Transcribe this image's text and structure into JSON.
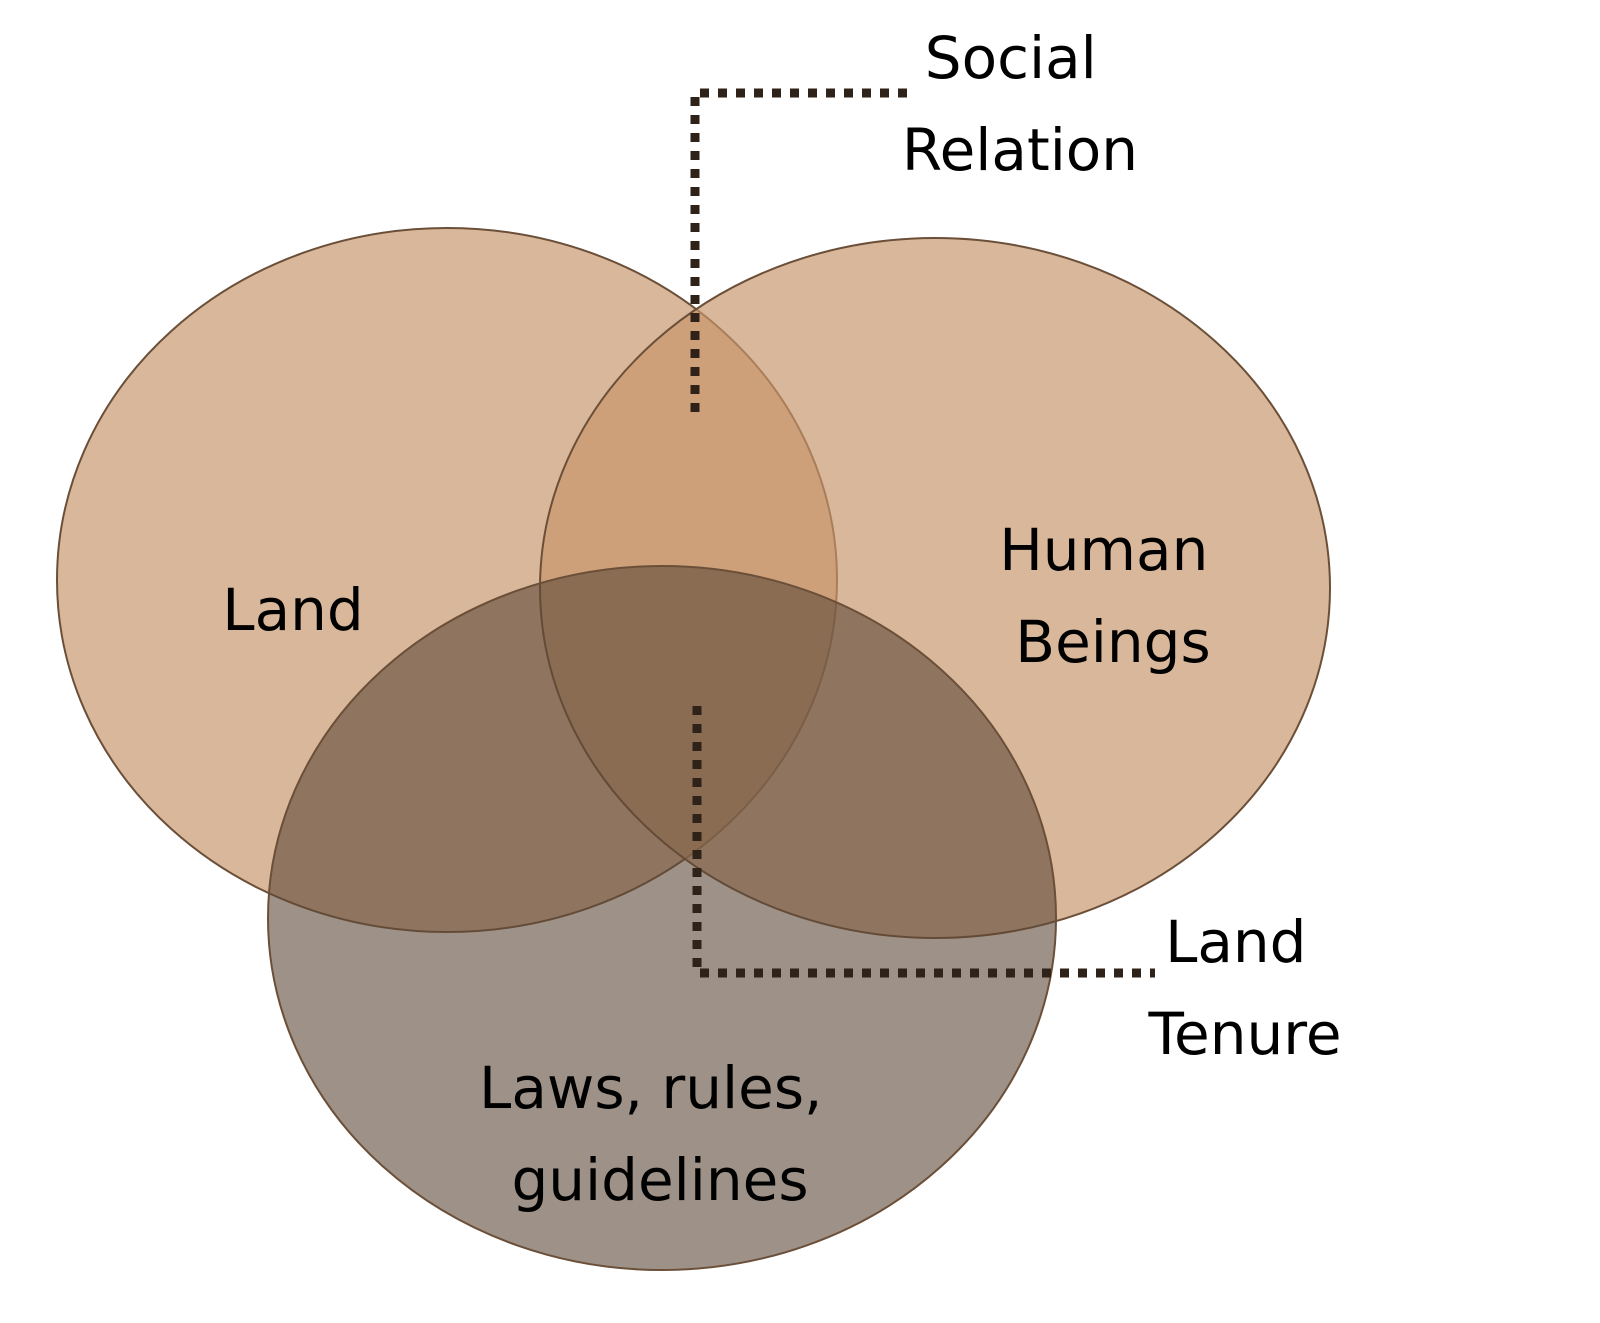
{
  "sets": [
    {
      "id": "land",
      "label_lines": [
        "Land"
      ],
      "fill": "#c7956a"
    },
    {
      "id": "human-beings",
      "label_lines": [
        "Human",
        "Beings"
      ],
      "fill": "#c7956a"
    },
    {
      "id": "laws",
      "label_lines": [
        "Laws, rules,",
        "guidelines"
      ],
      "fill": "#5e4a38"
    }
  ],
  "callouts": [
    {
      "id": "social-relation",
      "label_lines": [
        "Social",
        "Relation"
      ],
      "points_to": "land ∩ human-beings"
    },
    {
      "id": "land-tenure",
      "label_lines": [
        "Land",
        "Tenure"
      ],
      "points_to": "land ∩ human-beings ∩ laws"
    }
  ],
  "colors": {
    "circle_outline": "#6b4f38",
    "connector": "#2e2219",
    "text": "#000000",
    "background": "#ffffff"
  }
}
